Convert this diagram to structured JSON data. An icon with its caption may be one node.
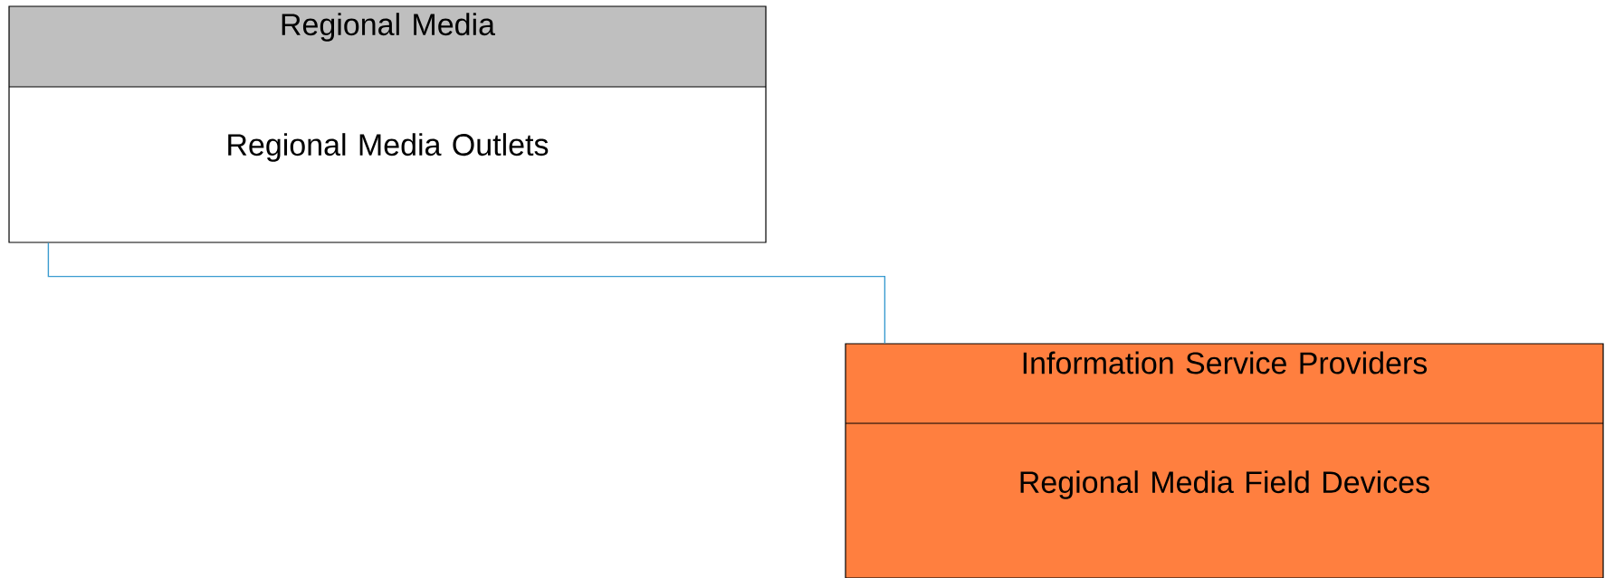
{
  "diagram": {
    "nodes": [
      {
        "text": [
          "Regional Media",
          "Regional Media Outlets"
        ]
      },
      {
        "text": [
          "Information Service Providers",
          "Regional Media Field Devices"
        ]
      }
    ],
    "edges": [
      {
        "from": 0,
        "to": 1,
        "arrow": "none"
      }
    ]
  }
}
